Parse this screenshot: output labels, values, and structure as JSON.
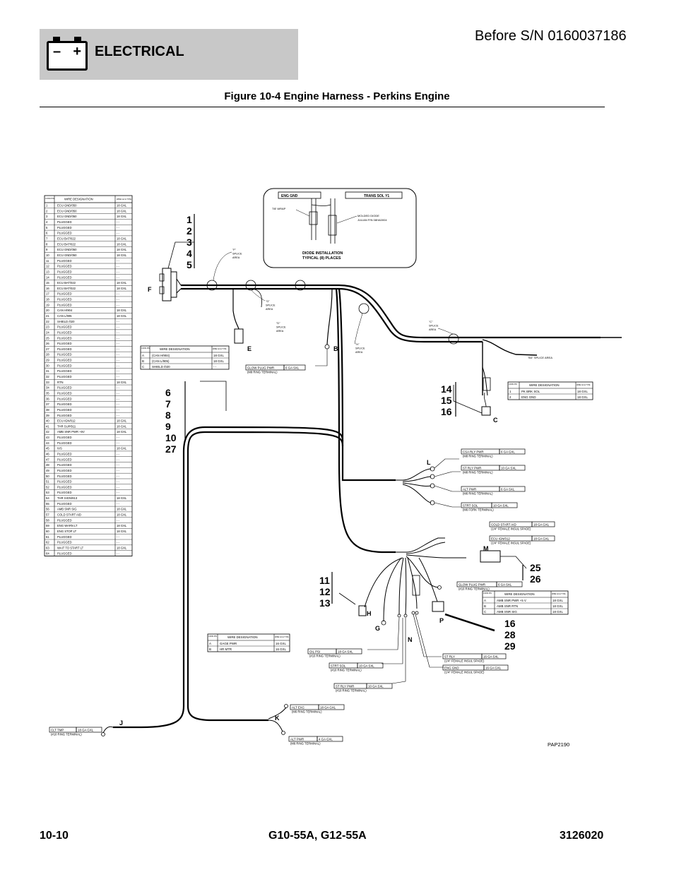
{
  "header": {
    "section": "ELECTRICAL",
    "serial": "Before S/N 0160037186",
    "figure_title": "Figure 10-4 Engine Harness - Perkins Engine",
    "battery_minus": "–",
    "battery_plus": "+"
  },
  "footer": {
    "page": "10-10",
    "models": "G10-55A, G12-55A",
    "doc_number": "3126020"
  },
  "diagram": {
    "ref_code": "PAP2190",
    "pin_table": {
      "h1": "CONN PIN",
      "h2": "WIRE DESIGNATION",
      "h3": "WIRE GA & TYPE",
      "rows": [
        [
          "1",
          "ECU GND/050",
          "18 GXL"
        ],
        [
          "2",
          "ECU GND/050",
          "18 GXL"
        ],
        [
          "3",
          "ECU GND/050",
          "18 GXL"
        ],
        [
          "4",
          "PLUGGED",
          "- -"
        ],
        [
          "5",
          "PLUGGED",
          "- -"
        ],
        [
          "6",
          "PLUGGED",
          "- -"
        ],
        [
          "7",
          "ECU BAT/022",
          "18 GXL"
        ],
        [
          "8",
          "ECU BAT/022",
          "18 GXL"
        ],
        [
          "9",
          "ECU GND/050",
          "18 GXL"
        ],
        [
          "10",
          "ECU GND/050",
          "18 GXL"
        ],
        [
          "11",
          "PLUGGED",
          "- -"
        ],
        [
          "12",
          "PLUGGED",
          "- -"
        ],
        [
          "13",
          "PLUGGED",
          "- -"
        ],
        [
          "14",
          "PLUGGED",
          "- -"
        ],
        [
          "15",
          "ECU BAT/022",
          "18 GXL"
        ],
        [
          "16",
          "ECU BAT/022",
          "18 GXL"
        ],
        [
          "17",
          "PLUGGED",
          "- -"
        ],
        [
          "18",
          "PLUGGED",
          "- -"
        ],
        [
          "19",
          "PLUGGED",
          "- -"
        ],
        [
          "20",
          "CAN H/904",
          "18 GXL"
        ],
        [
          "21",
          "CAN L/905",
          "18 GXL"
        ],
        [
          "22",
          "SHIELD /020",
          "- -"
        ],
        [
          "23",
          "PLUGGED",
          "- -"
        ],
        [
          "24",
          "PLUGGED",
          "- -"
        ],
        [
          "25",
          "PLUGGED",
          "- -"
        ],
        [
          "26",
          "PLUGGED",
          "- -"
        ],
        [
          "27",
          "PLUGGED",
          "- -"
        ],
        [
          "28",
          "PLUGGED",
          "- -"
        ],
        [
          "29",
          "PLUGGED",
          "- -"
        ],
        [
          "30",
          "PLUGGED",
          "- -"
        ],
        [
          "31",
          "PLUGGED",
          "- -"
        ],
        [
          "32",
          "PLUGGED",
          "- -"
        ],
        [
          "33",
          "RTN",
          "18 GXL"
        ],
        [
          "34",
          "PLUGGED",
          "- -"
        ],
        [
          "35",
          "PLUGGED",
          "- -"
        ],
        [
          "36",
          "PLUGGED",
          "- -"
        ],
        [
          "37",
          "PLUGGED",
          "- -"
        ],
        [
          "38",
          "PLUGGED",
          "- -"
        ],
        [
          "39",
          "PLUGGED",
          "- -"
        ],
        [
          "40",
          "ECU IGN/012",
          "18 GXL"
        ],
        [
          "41",
          "THR SUP/911",
          "18 GXL"
        ],
        [
          "42",
          "AMB SNR PWR +5V",
          "18 GXL"
        ],
        [
          "43",
          "PLUGGED",
          "- -"
        ],
        [
          "44",
          "PLUGGED",
          "- -"
        ],
        [
          "45",
          "IVS",
          "18 GXL"
        ],
        [
          "46",
          "PLUGGED",
          "- -"
        ],
        [
          "47",
          "PLUGGED",
          "- -"
        ],
        [
          "48",
          "PLUGGED",
          "- -"
        ],
        [
          "49",
          "PLUGGED",
          "- -"
        ],
        [
          "50",
          "PLUGGED",
          "- -"
        ],
        [
          "51",
          "PLUGGED",
          "- -"
        ],
        [
          "52",
          "PLUGGED",
          "- -"
        ],
        [
          "53",
          "PLUGGED",
          "- -"
        ],
        [
          "54",
          "THR SIGN/913",
          "18 GXL"
        ],
        [
          "55",
          "PLUGGED",
          "- -"
        ],
        [
          "56",
          "AMB SNR SIG",
          "18 GXL"
        ],
        [
          "57",
          "COLD START AID",
          "18 GXL"
        ],
        [
          "58",
          "PLUGGED",
          "- -"
        ],
        [
          "59",
          "ENG WARN LT",
          "18 GXL"
        ],
        [
          "60",
          "ENG STOP LT",
          "18 GXL"
        ],
        [
          "61",
          "PLUGGED",
          "- -"
        ],
        [
          "62",
          "PLUGGED",
          "- -"
        ],
        [
          "63",
          "WAIT TO START LT",
          "18 GXL"
        ],
        [
          "64",
          "PLUGGED",
          "- -"
        ]
      ]
    },
    "table_e": {
      "h1": "CONN PIN",
      "h2": "WIRE DESIGNATION",
      "h3": "WIRE GA & TYPE",
      "rows": [
        [
          "A",
          "(CAN H/904)",
          "18 GXL"
        ],
        [
          "B",
          "(CAN L/905)",
          "18 GXL"
        ],
        [
          "C",
          "SHIELD /020",
          "- -"
        ]
      ]
    },
    "table_c": {
      "h1": "CONN PIN",
      "h2": "WIRE DESIGNATION",
      "h3": "WIRE GA & TYPE",
      "rows": [
        [
          "1",
          "PK BRK SOL",
          "18 GXL"
        ],
        [
          "2",
          "ENG GND",
          "18 GXL"
        ]
      ]
    },
    "table_p": {
      "h1": "CONN PIN",
      "h2": "WIRE DESIGNATION",
      "h3": "WIRE GA & TYPE",
      "rows": [
        [
          "A",
          "AMB SNR PWR +5 V",
          "18 GXL"
        ],
        [
          "B",
          "AMB SNR RTN",
          "18 GXL"
        ],
        [
          "C",
          "AMB SNR SIG",
          "18 GXL"
        ]
      ]
    },
    "table_h": {
      "h1": "CONN PIN",
      "h2": "WIRE DESIGNATION",
      "h3": "WIRE GA & TYPE",
      "rows": [
        [
          "A",
          "GAGE PWR",
          "16 GXL"
        ],
        [
          "B",
          "HR MTR",
          "16 GXL"
        ]
      ]
    },
    "diode_box": {
      "eng_gnd": "ENG GND",
      "trans_sol": "TRANS SOL Y1",
      "tie_wrap": "TIE WRAP",
      "molded_1": "MOLDED DIODE",
      "molded_2": "JULIAN P/N 08HA0004",
      "install_1": "DIODE INSTALLATION",
      "install_2": "TYPICAL (8) PLACES"
    },
    "splices": [
      {
        "l1": "\"F\"",
        "l2": "SPLICE",
        "l3": "AREA"
      },
      {
        "l1": "\"G\"",
        "l2": "SPLICE",
        "l3": "AREA"
      },
      {
        "l1": "\"D\"",
        "l2": "SPLICE",
        "l3": "AREA"
      },
      {
        "l1": "\"H\"",
        "l2": "SPLICE",
        "l3": "AREA"
      },
      {
        "l1": "\"C\"",
        "l2": "SPLICE",
        "l3": "AREA"
      }
    ],
    "b4_splice": "\"B4\" SPLICE AREA",
    "callout_groups": {
      "g1": [
        "1",
        "2",
        "3",
        "4",
        "5"
      ],
      "g2": [
        "6",
        "7",
        "8",
        "9",
        "10",
        "27"
      ],
      "g3": [
        "14",
        "15",
        "16"
      ],
      "g4": [
        "25",
        "26"
      ],
      "g5": [
        "11",
        "12",
        "13"
      ],
      "g6": [
        "16",
        "28",
        "29"
      ]
    },
    "letters": {
      "F": "F",
      "E": "E",
      "B": "B",
      "C": "C",
      "L": "L",
      "M": "M",
      "H": "H",
      "G": "G",
      "N": "N",
      "P": "P",
      "J": "J",
      "K": "K"
    },
    "terminals": [
      {
        "name": "GLOW PLUG PWR",
        "ga": "6 GA SXL",
        "note": "(M8 RING TERMINAL)"
      },
      {
        "name": "CSA RLY PWR",
        "ga": "6 GA GXL",
        "note": "(M8 RING TERMINAL)"
      },
      {
        "name": "ST RLY PWR",
        "ga": "10 GA SXL",
        "note": "(M8 RING TERMINAL)"
      },
      {
        "name": "ALT PWR",
        "ga": "6 GA SXL",
        "note": "(M6 RING TERMINAL)"
      },
      {
        "name": "STRT SOL",
        "ga": "10 GA SXL",
        "note": "(M6 FORK TERMINAL)"
      },
      {
        "name": "COLD START AID",
        "ga": "18 GA GXL",
        "note": "(1/4\" FEMALE INSUL SPADE)"
      },
      {
        "name": "ECU IGN/012",
        "ga": "18 GA GXL",
        "note": "(1/4\" FEMALE INSUL SPADE)"
      },
      {
        "name": "GLOW PLUG PWR",
        "ga": "6 GA SXL",
        "note": "(#10 RING TERMINAL)"
      },
      {
        "name": "OIL PSI",
        "ga": "18 GA SXL",
        "note": "(#10 RING TERMINAL)"
      },
      {
        "name": "STRT SOL",
        "ga": "10 GA SXL",
        "note": "(#10 RING TERMINAL)"
      },
      {
        "name": "ST RLY PWR",
        "ga": "10 GA SXL",
        "note": "(#10 RING TERMINAL)"
      },
      {
        "name": "ST RLY",
        "ga": "16 GA SXL",
        "note": "(1/4\" FEMALE INSUL SPADE)"
      },
      {
        "name": "ENG GND",
        "ga": "16 GA GXL",
        "note": "(1/4\" FEMALE INSUL SPADE)"
      },
      {
        "name": "ALT EXC",
        "ga": "18 GA GXL",
        "note": "(M6 RING TERMINAL)"
      },
      {
        "name": "ALT PWR",
        "ga": "4 GA GXL",
        "note": "(M6 RING TERMINAL)"
      },
      {
        "name": "CLT TMP",
        "ga": "18 GA GXL",
        "note": "(#10 RING TERMINAL)"
      }
    ]
  }
}
